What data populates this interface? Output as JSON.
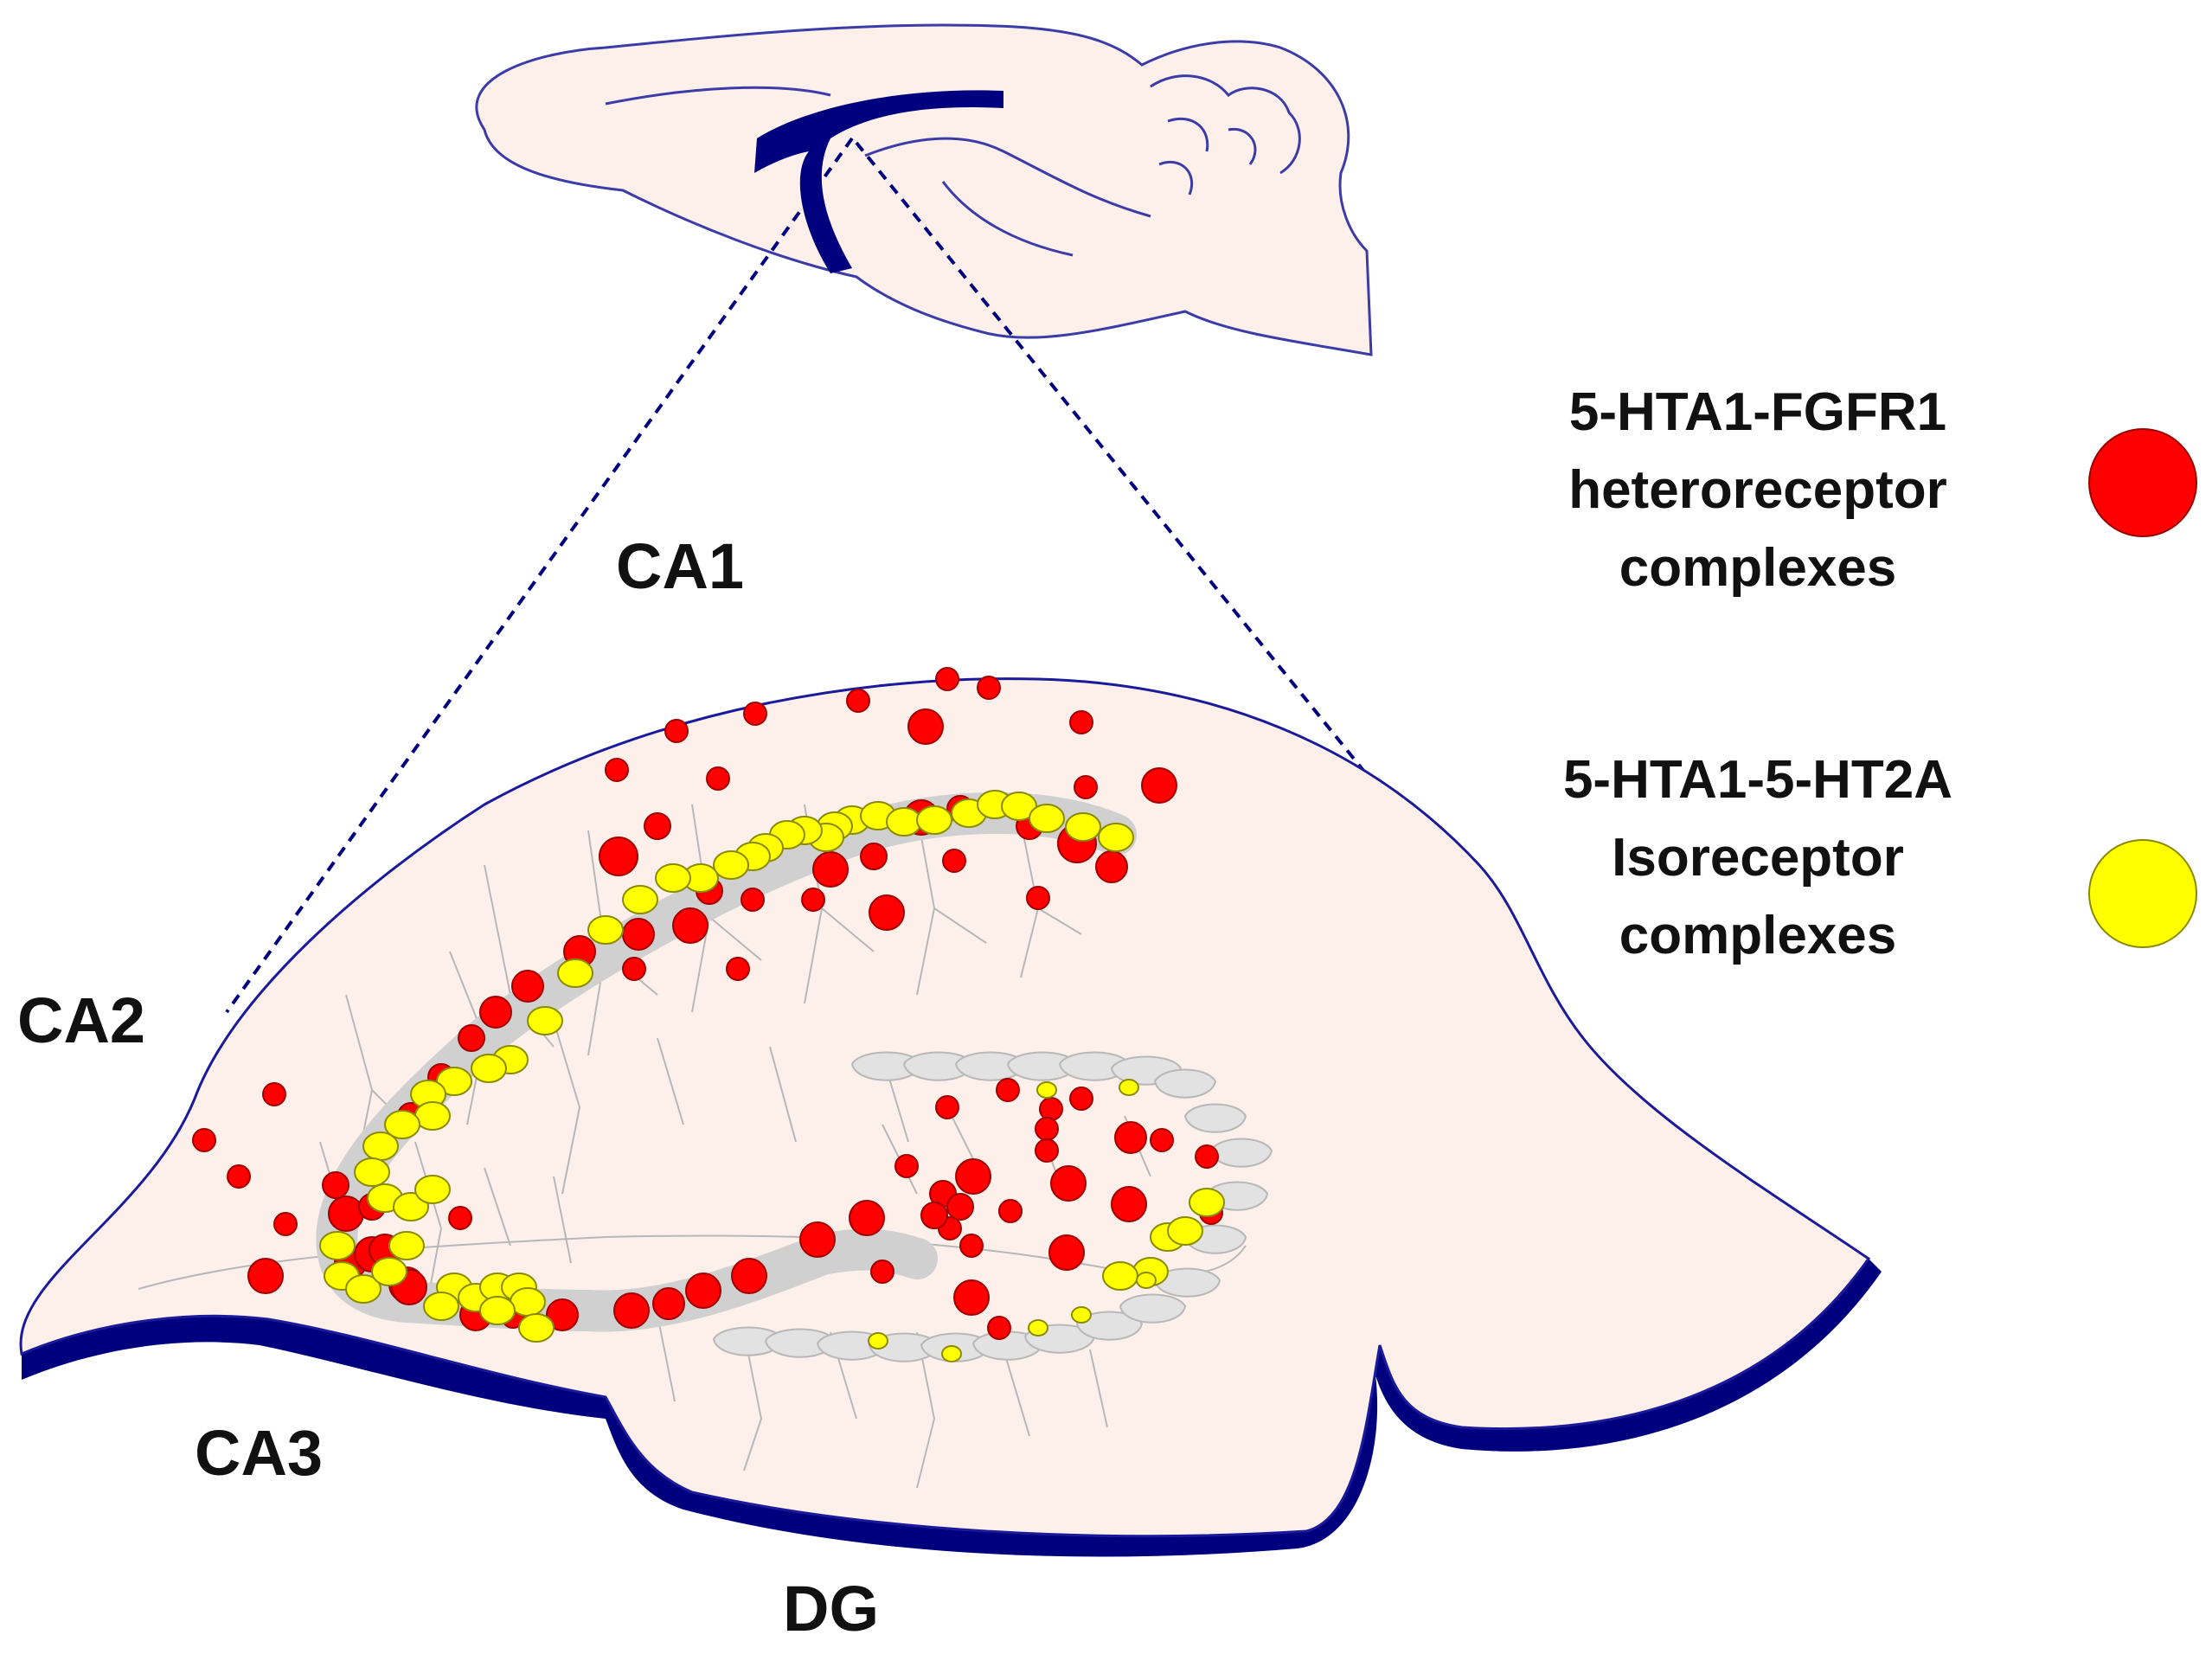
{
  "regions": {
    "ca1": "CA1",
    "ca2": "CA2",
    "ca3": "CA3",
    "dg": "DG"
  },
  "legend": [
    {
      "lines": [
        "5-HTA1-FGFR1",
        "heteroreceptor",
        "complexes"
      ],
      "color": "#ff0000"
    },
    {
      "lines": [
        "5-HTA1-5-HT2A",
        "Isoreceptor",
        "complexes"
      ],
      "color": "#ffff00"
    }
  ],
  "colors": {
    "tissue": "#fdf0ea",
    "outline": "#00007f",
    "heteroreceptor": "#ff0000",
    "isoreceptor": "#ffff00",
    "cell": "#d9d9d9"
  }
}
